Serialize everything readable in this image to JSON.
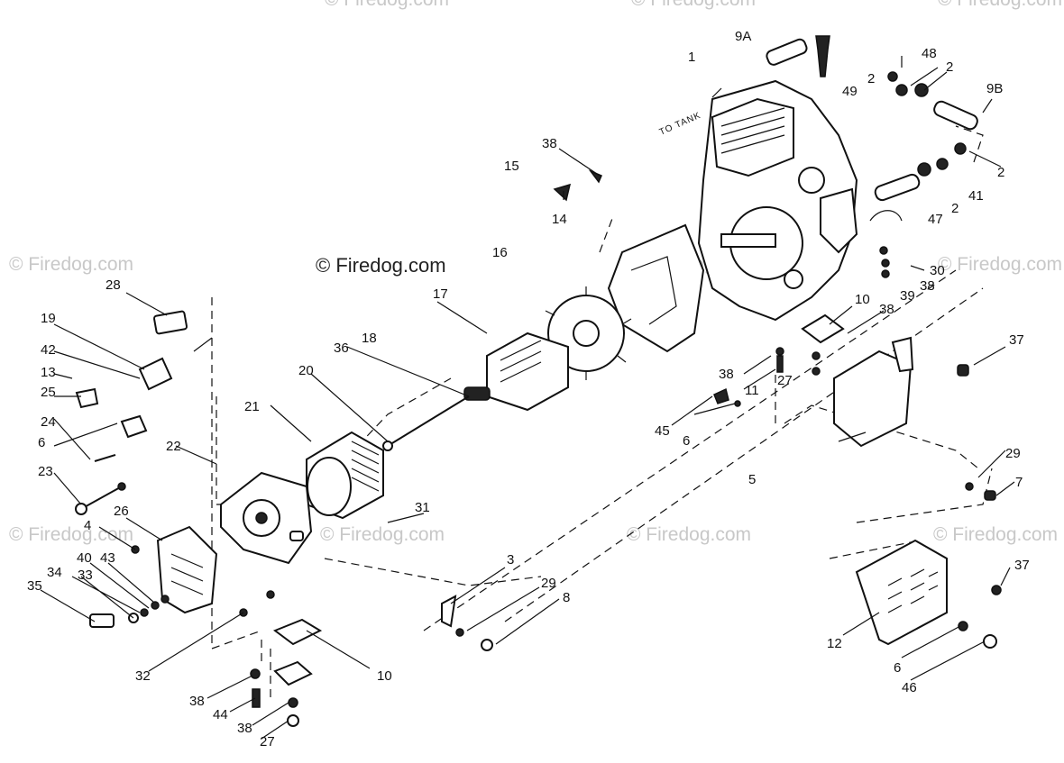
{
  "watermarks": {
    "main": "© Firedog.com",
    "faint": "© Firedog.com"
  },
  "annotation": {
    "to_tank": "TO TANK"
  },
  "callouts": {
    "c1": "1",
    "c9A": "9A",
    "c48": "48",
    "c2a": "2",
    "c2b": "2",
    "c49": "49",
    "c9B": "9B",
    "c2c": "2",
    "c41": "41",
    "c2d": "2",
    "c47": "47",
    "c38a": "38",
    "c15": "15",
    "c14": "14",
    "c16": "16",
    "c30": "30",
    "c39": "39",
    "c38b": "38",
    "c10a": "10",
    "c38c": "38",
    "c37a": "37",
    "c38d": "38",
    "c11": "11",
    "c27a": "27",
    "c45": "45",
    "c6a": "6",
    "c28": "28",
    "c17": "17",
    "c18": "18",
    "c36": "36",
    "c20": "20",
    "c21": "21",
    "c19": "19",
    "c42": "42",
    "c13": "13",
    "c25": "25",
    "c24": "24",
    "c6b": "6",
    "c22": "22",
    "c23": "23",
    "c26": "26",
    "c4": "4",
    "c40": "40",
    "c43": "43",
    "c34": "34",
    "c33": "33",
    "c35": "35",
    "c31": "31",
    "c5": "5",
    "c29a": "29",
    "c7": "7",
    "c3": "3",
    "c29b": "29",
    "c8": "8",
    "c37b": "37",
    "c12": "12",
    "c6c": "6",
    "c46": "46",
    "c32": "32",
    "c10b": "10",
    "c38e": "38",
    "c44": "44",
    "c38f": "38",
    "c27b": "27"
  }
}
